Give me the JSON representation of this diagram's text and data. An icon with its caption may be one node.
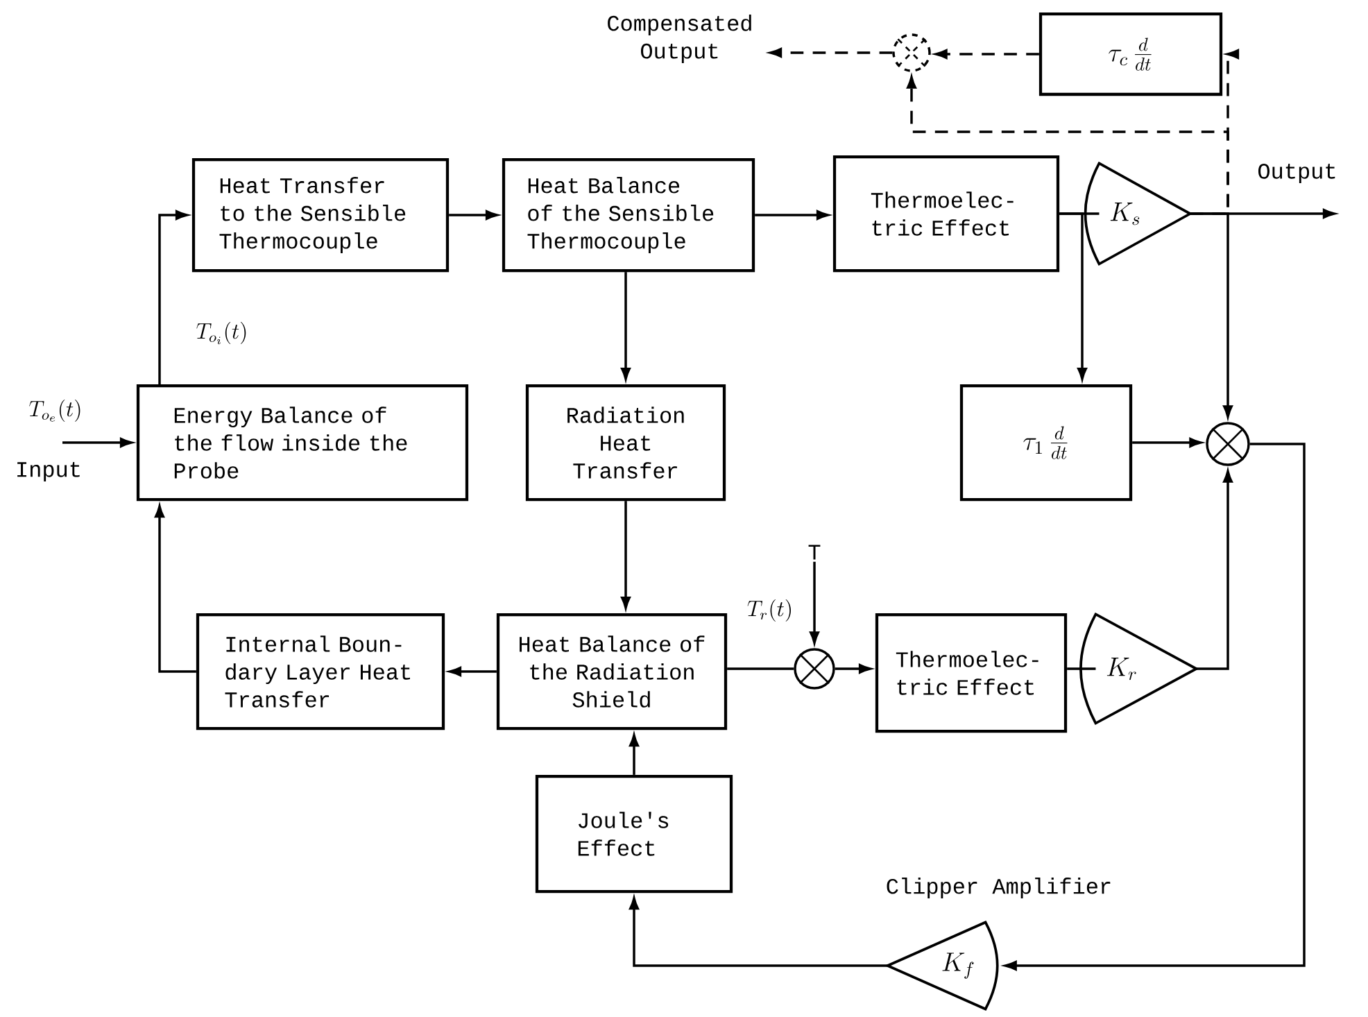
{
  "diagram": {
    "nodes": [
      {
        "text": [
          "Heat Transfer to the Sensible Thermocouple"
        ]
      },
      {
        "text": [
          "Heat Balance of the Sensible Thermocouple"
        ]
      },
      {
        "text": [
          "Thermoelec- tric Effect"
        ]
      },
      {
        "text": [
          "K_s"
        ]
      },
      {
        "text": [
          "\\tau_c\\,\\frac{d}{dt}"
        ]
      },
      {
        "text": [],
        "shape": "circle"
      },
      {
        "text": [
          "Compensated Output"
        ]
      },
      {
        "text": [
          "Output"
        ]
      },
      {
        "text": [
          "Energy Balance of the flow inside the Probe"
        ]
      },
      {
        "text": [
          "Radiation Heat Transfer"
        ]
      },
      {
        "text": [
          "\\tau_1\\,\\frac{d}{dt}"
        ]
      },
      {
        "text": [],
        "shape": "circle"
      },
      {
        "text": [
          "Internal Boun- dary Layer Heat Transfer"
        ]
      },
      {
        "text": [
          "Heat Balance of the Radiation Shield"
        ]
      },
      {
        "text": [],
        "shape": "circle"
      },
      {
        "text": [
          "Thermoelec- tric Effect"
        ]
      },
      {
        "text": [
          "K_r"
        ]
      },
      {
        "text": [
          "Joule's Effect"
        ]
      },
      {
        "text": [
          "K_f"
        ],
        "beside": [
          "Clipper Amplifier"
        ]
      },
      {
        "text": [
          "T"
        ]
      }
    ],
    "edges": [
      {
        "from": null,
        "to": 8,
        "arrow": "to",
        "label": "T_{o_e}(t)"
      },
      {
        "from": 8,
        "to": 0,
        "arrow": "to",
        "label": "T_{o_i}(t)"
      },
      {
        "from": 0,
        "to": 1,
        "arrow": "to"
      },
      {
        "from": 1,
        "to": 2,
        "arrow": "to"
      },
      {
        "from": 1,
        "to": 9,
        "arrow": "to"
      },
      {
        "from": 9,
        "to": 13,
        "arrow": "to"
      },
      {
        "from": 13,
        "to": 12,
        "arrow": "to"
      },
      {
        "from": 12,
        "to": 8,
        "arrow": "to"
      },
      {
        "from": 13,
        "to": 14,
        "arrow": "none"
      },
      {
        "from": 19,
        "to": 14,
        "arrow": "to",
        "label": "T_r(t)"
      },
      {
        "from": 14,
        "to": 15,
        "arrow": "to"
      },
      {
        "from": 15,
        "to": 16,
        "arrow": "none"
      },
      {
        "from": 16,
        "to": 11,
        "arrow": "to"
      },
      {
        "from": 2,
        "to": 3,
        "arrow": "none"
      },
      {
        "from": 3,
        "to": 7,
        "arrow": "to"
      },
      {
        "from": 3,
        "to": 11,
        "arrow": "to"
      },
      {
        "from": 3,
        "to": 4,
        "arrow": "to",
        "style": "dashed"
      },
      {
        "from": 3,
        "to": 5,
        "arrow": "to",
        "style": "dashed"
      },
      {
        "from": 4,
        "to": 5,
        "arrow": "to",
        "style": "dashed"
      },
      {
        "from": 5,
        "to": 6,
        "arrow": "to",
        "style": "dashed"
      },
      {
        "from": 2,
        "to": 10,
        "arrow": "to"
      },
      {
        "from": 10,
        "to": 11,
        "arrow": "to"
      },
      {
        "from": 11,
        "to": 18,
        "arrow": "to"
      },
      {
        "from": 18,
        "to": 17,
        "arrow": "to"
      },
      {
        "from": 17,
        "to": 13,
        "arrow": "to"
      }
    ],
    "labels": [
      "Input"
    ]
  }
}
